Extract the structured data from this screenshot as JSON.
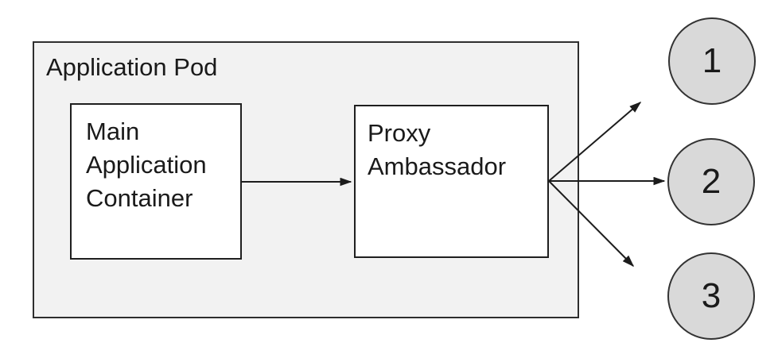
{
  "diagram": {
    "pod_label": "Application Pod",
    "containers": [
      {
        "id": "main-application-container",
        "label": "Main Application Container"
      },
      {
        "id": "proxy-ambassador",
        "label": "Proxy Ambassador"
      }
    ],
    "endpoints": [
      {
        "label": "1"
      },
      {
        "label": "2"
      },
      {
        "label": "3"
      }
    ],
    "colors": {
      "canvas": "#ffffff",
      "pod_fill": "#f2f2f2",
      "pod_stroke": "#2e2e2e",
      "box_fill": "#ffffff",
      "box_stroke": "#1f1f1f",
      "circle_fill": "#d9d9d9",
      "circle_stroke": "#333333",
      "arrow_stroke": "#1c1c1c",
      "text": "#1a1a1a"
    }
  }
}
